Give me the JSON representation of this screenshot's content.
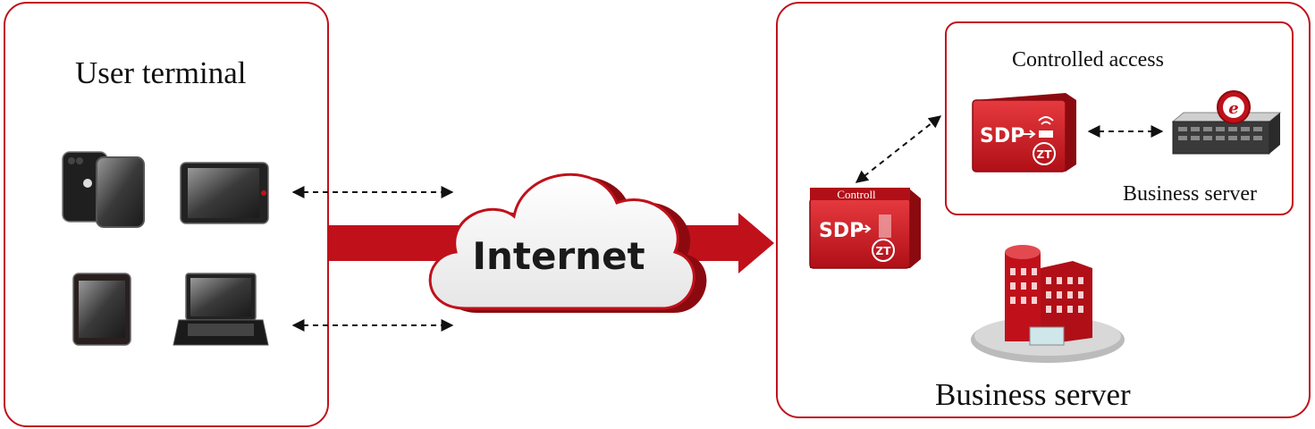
{
  "labels": {
    "user_terminal": "User terminal",
    "internet": "Internet",
    "controlled_access": "Controlled access",
    "controller": "Controll",
    "business_server_small": "Business server",
    "business_server_big": "Business server",
    "sdp_controller": "SDP",
    "sdp_gateway": "SDP",
    "zt_badge_controller": "ZT",
    "zt_badge_gateway": "ZT",
    "ie_glyph": "e"
  },
  "colors": {
    "accent_red": "#c0111b",
    "dark_red": "#8b0a10",
    "device_dark": "#2a2a2a",
    "arrow": "#111111"
  },
  "icons": {
    "devices": [
      "phone-icon",
      "tablet-landscape-icon",
      "tablet-portrait-icon",
      "laptop-icon"
    ],
    "cloud": "cloud-icon",
    "controller": "sdp-controller-box-icon",
    "gateway": "sdp-gateway-box-icon",
    "rack_server": "rack-server-icon",
    "building": "office-building-icon"
  }
}
